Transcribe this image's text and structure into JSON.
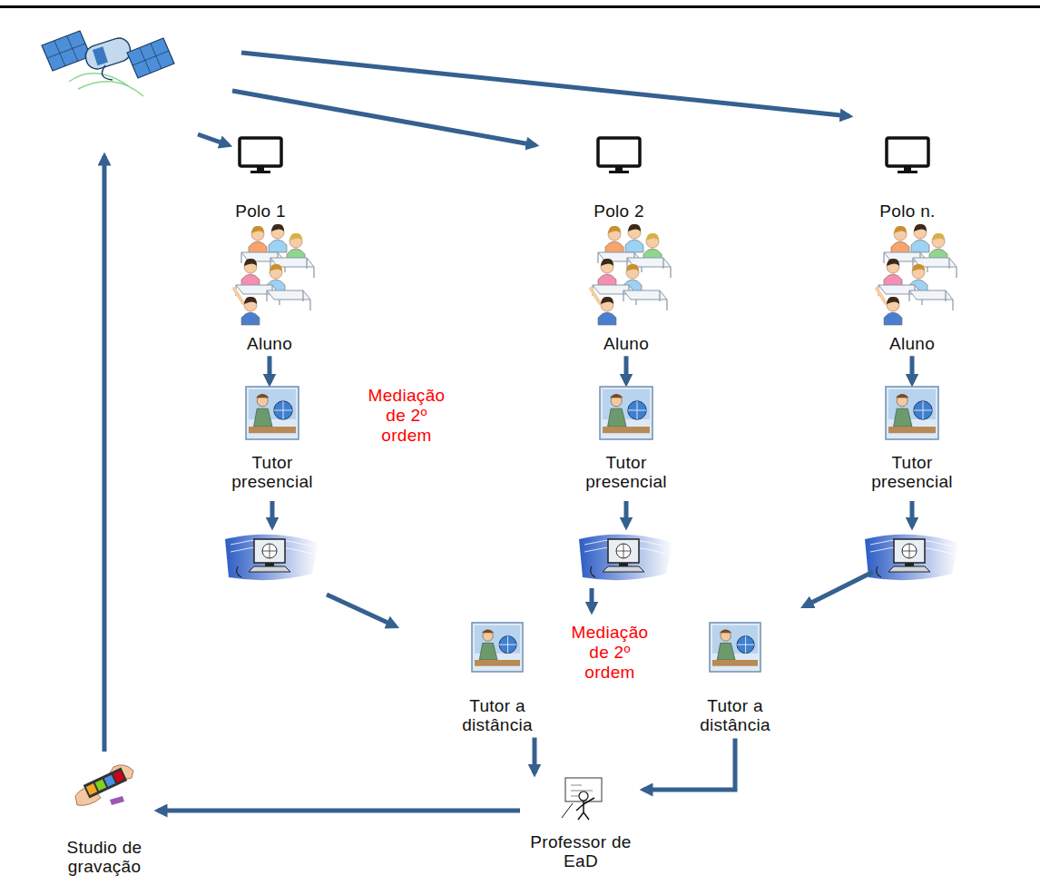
{
  "diagram": {
    "nodes": [
      {
        "text": [
          "Polo 1"
        ]
      },
      {
        "text": [
          "Polo 2"
        ]
      },
      {
        "text": [
          "Polo n."
        ]
      },
      {
        "text": [
          "Aluno"
        ]
      },
      {
        "text": [
          "Aluno"
        ]
      },
      {
        "text": [
          "Aluno"
        ]
      },
      {
        "text": [
          "Tutor presencial"
        ]
      },
      {
        "text": [
          "Tutor presencial"
        ]
      },
      {
        "text": [
          "Tutor presencial"
        ]
      },
      {
        "text": [
          "Tutor a distância"
        ]
      },
      {
        "text": [
          "Tutor a distância"
        ]
      },
      {
        "text": [
          "Professor de EaD"
        ]
      },
      {
        "text": [
          "Studio de gravação"
        ]
      }
    ],
    "edges": [
      {
        "from": 3,
        "to": 6,
        "arrow": "to"
      },
      {
        "from": 4,
        "to": 7,
        "arrow": "to"
      },
      {
        "from": 5,
        "to": 8,
        "arrow": "to"
      },
      {
        "from": 9,
        "to": 11,
        "arrow": "to"
      },
      {
        "from": 10,
        "to": 11,
        "arrow": "to"
      },
      {
        "from": 11,
        "to": 12,
        "arrow": "to"
      }
    ],
    "labels": [
      "Mediação de 2º ordem",
      "Mediação de 2º ordem"
    ]
  }
}
